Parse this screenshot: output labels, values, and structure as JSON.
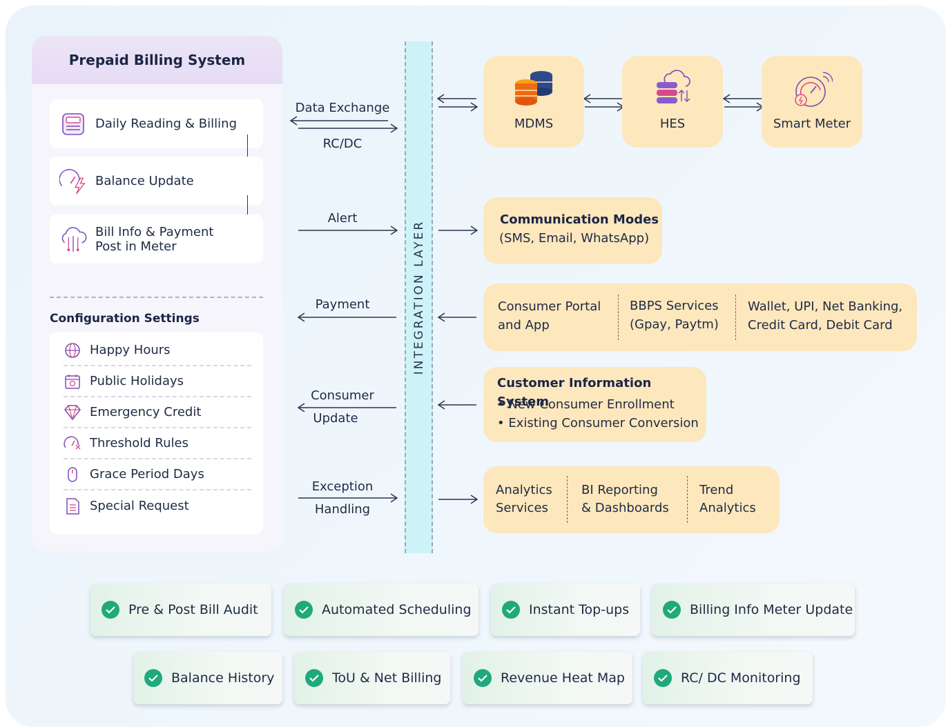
{
  "panel": {
    "title": "Prepaid Billing System",
    "steps": [
      "Daily Reading & Billing",
      "Balance Update",
      "Bill Info & Payment",
      "Post in Meter"
    ],
    "config_title": "Configuration Settings",
    "config": [
      "Happy Hours",
      "Public Holidays",
      "Emergency Credit",
      "Threshold Rules",
      "Grace Period Days",
      "Special Request"
    ]
  },
  "integration": {
    "label": "INTEGRATION LAYER"
  },
  "flows": {
    "data_exchange": "Data Exchange",
    "rc_dc": "RC/DC",
    "alert": "Alert",
    "payment": "Payment",
    "consumer_l1": "Consumer",
    "consumer_l2": "Update",
    "exception_l1": "Exception",
    "exception_l2": "Handling"
  },
  "nodes": {
    "mdms": "MDMS",
    "hes": "HES",
    "smart_meter": "Smart Meter"
  },
  "comm": {
    "title": "Communication Modes",
    "sub": "(SMS, Email, WhatsApp)"
  },
  "payments": {
    "c1_l1": "Consumer Portal",
    "c1_l2": "and App",
    "c2_l1": "BBPS Services",
    "c2_l2": "(Gpay, Paytm)",
    "c3_l1": "Wallet, UPI, Net Banking,",
    "c3_l2": "Credit Card, Debit Card"
  },
  "cis": {
    "title": "Customer Information System",
    "b1": "New Consumer Enrollment",
    "b2": "Existing Consumer Conversion"
  },
  "analytics": {
    "a1_l1": "Analytics",
    "a1_l2": "Services",
    "a2_l1": "BI Reporting",
    "a2_l2": "& Dashboards",
    "a3_l1": "Trend",
    "a3_l2": "Analytics"
  },
  "features": [
    "Pre & Post Bill Audit",
    "Automated Scheduling",
    "Instant Top-ups",
    "Billing Info Meter Update",
    "Balance History",
    "ToU & Net Billing",
    "Revenue Heat Map",
    "RC/ DC Monitoring"
  ],
  "colors": {
    "accent_check": "#1fa97c",
    "node_fill": "#fde7bd",
    "integration_fill": "#cdf3f8",
    "panel_header": "#e6dcf4"
  }
}
